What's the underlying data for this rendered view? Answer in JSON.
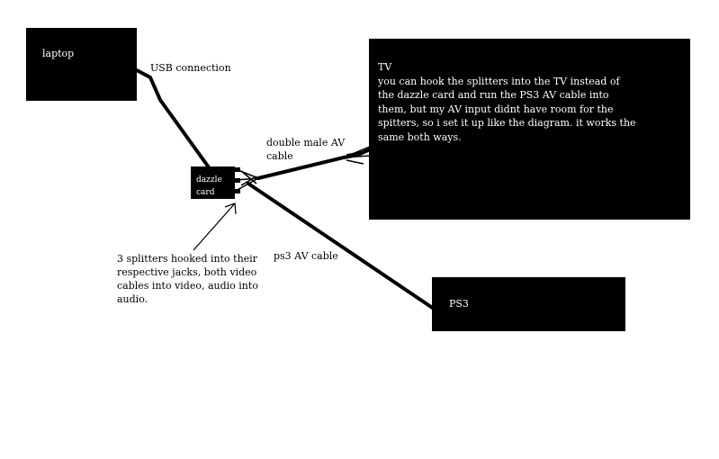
{
  "devices": {
    "laptop": {
      "label": "laptop"
    },
    "tv": {
      "title": "TV",
      "note": "you can hook the splitters into the TV instead of the dazzle card and run the PS3 AV cable into them, but my AV input didnt have room for the spitters, so i set it up like the diagram. it works the same both ways."
    },
    "ps3": {
      "label": "PS3"
    },
    "dazzle": {
      "label": "dazzle card"
    }
  },
  "connections": {
    "usb": "USB connection",
    "double_av": "double male AV cable",
    "ps3_av": "ps3 AV cable"
  },
  "annotations": {
    "splitters": "3 splitters hooked into their respective jacks, both video cables into video, audio into audio."
  },
  "colors": {
    "background": "#ffffff",
    "box_fill": "#000000",
    "box_text": "#ffffff",
    "line": "#000000"
  }
}
